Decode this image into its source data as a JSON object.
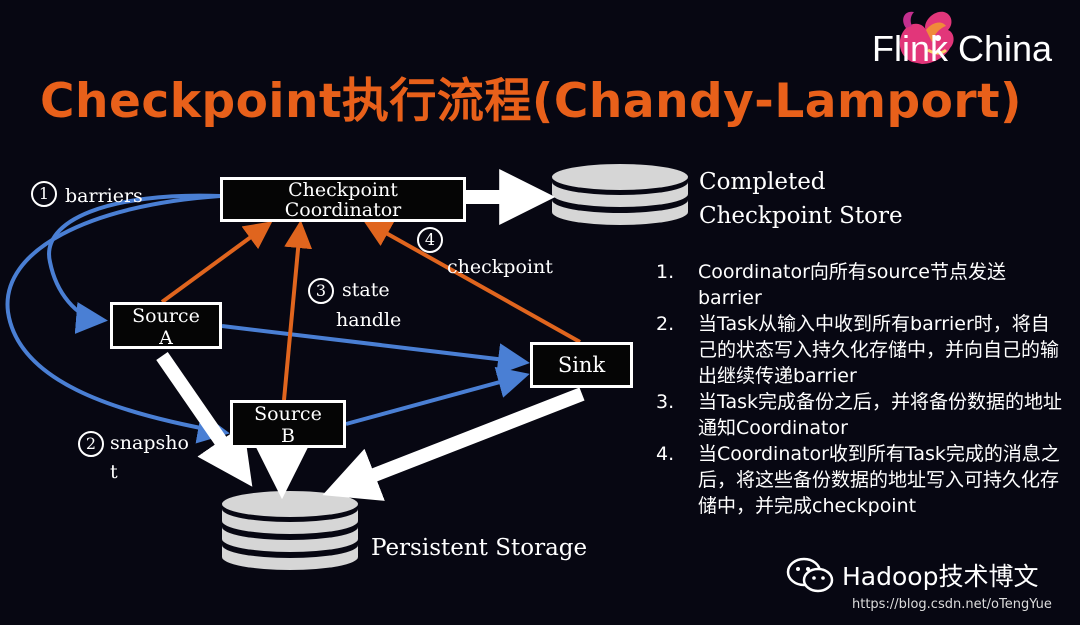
{
  "header": {
    "title": "Checkpoint执行流程(Chandy-Lamport)",
    "brand": "Flink China"
  },
  "diagram": {
    "nodes": {
      "coordinator": [
        "Checkpoint",
        "Coordinator"
      ],
      "source_a": [
        "Source",
        "A"
      ],
      "source_b": [
        "Source",
        "B"
      ],
      "sink": "Sink"
    },
    "stores": {
      "completed": [
        "Completed",
        "Checkpoint Store"
      ],
      "persistent": "Persistent Storage"
    },
    "labels": {
      "barriers": {
        "num": "1",
        "text": "barriers"
      },
      "snapshot": {
        "num": "2",
        "text": [
          "snapsho",
          "t"
        ]
      },
      "state_handle": {
        "num": "3",
        "text": [
          "state",
          "handle"
        ]
      },
      "checkpoint": {
        "num": "4",
        "text": "checkpoint"
      }
    }
  },
  "steps": [
    {
      "index": "1.",
      "text": "Coordinator向所有source节点发送barrier"
    },
    {
      "index": "2.",
      "text": "当Task从输入中收到所有barrier时，将自己的状态写入持久化存储中，并向自己的输出继续传递barrier"
    },
    {
      "index": "3.",
      "text": "当Task完成备份之后，并将备份数据的地址通知Coordinator"
    },
    {
      "index": "4.",
      "text": "当Coordinator收到所有Task完成的消息之后，将这些备份数据的地址写入可持久化存储中，并完成checkpoint"
    }
  ],
  "watermark": {
    "account": "Hadoop技术博文",
    "url": "https://blog.csdn.net/oTengYue"
  },
  "colors": {
    "background": "#070712",
    "title": "#e8601a",
    "blue_arrow": "#4a7fd4",
    "orange_arrow": "#e0651e",
    "white_arrow": "#ffffff"
  }
}
